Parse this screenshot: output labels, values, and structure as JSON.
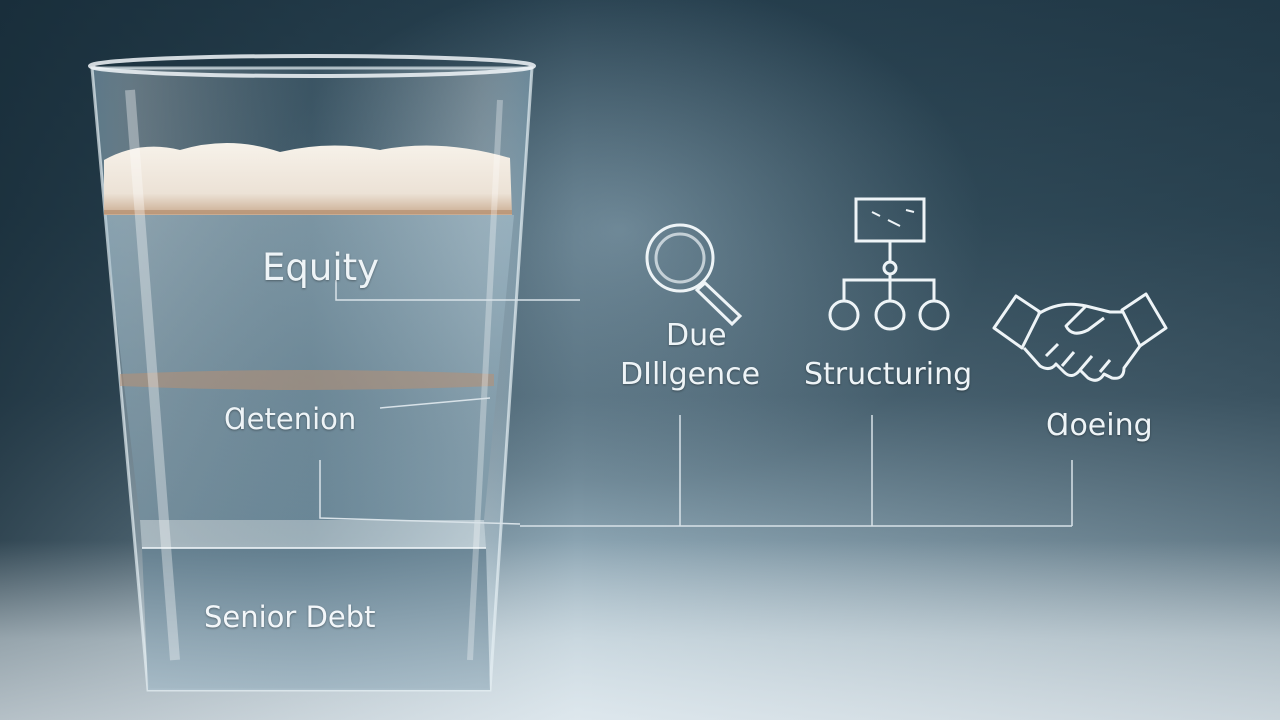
{
  "glass_layers": {
    "top_label": "Equity",
    "middle_label": "Ɑetenion",
    "bottom_label": "Senior Debt"
  },
  "process_steps": [
    {
      "label_line1": "Due",
      "label_line2": "DIllgence",
      "icon": "magnifying-glass-icon"
    },
    {
      "label_line1": "",
      "label_line2": "Structuring",
      "icon": "org-chart-icon"
    },
    {
      "label_line1": "",
      "label_line2": "Ɑoeing",
      "icon": "handshake-icon"
    }
  ],
  "colors": {
    "background_dark": "#27404f",
    "background_light": "#c9d7df",
    "foam": "#efe6dc",
    "line": "#d8e2e8"
  }
}
